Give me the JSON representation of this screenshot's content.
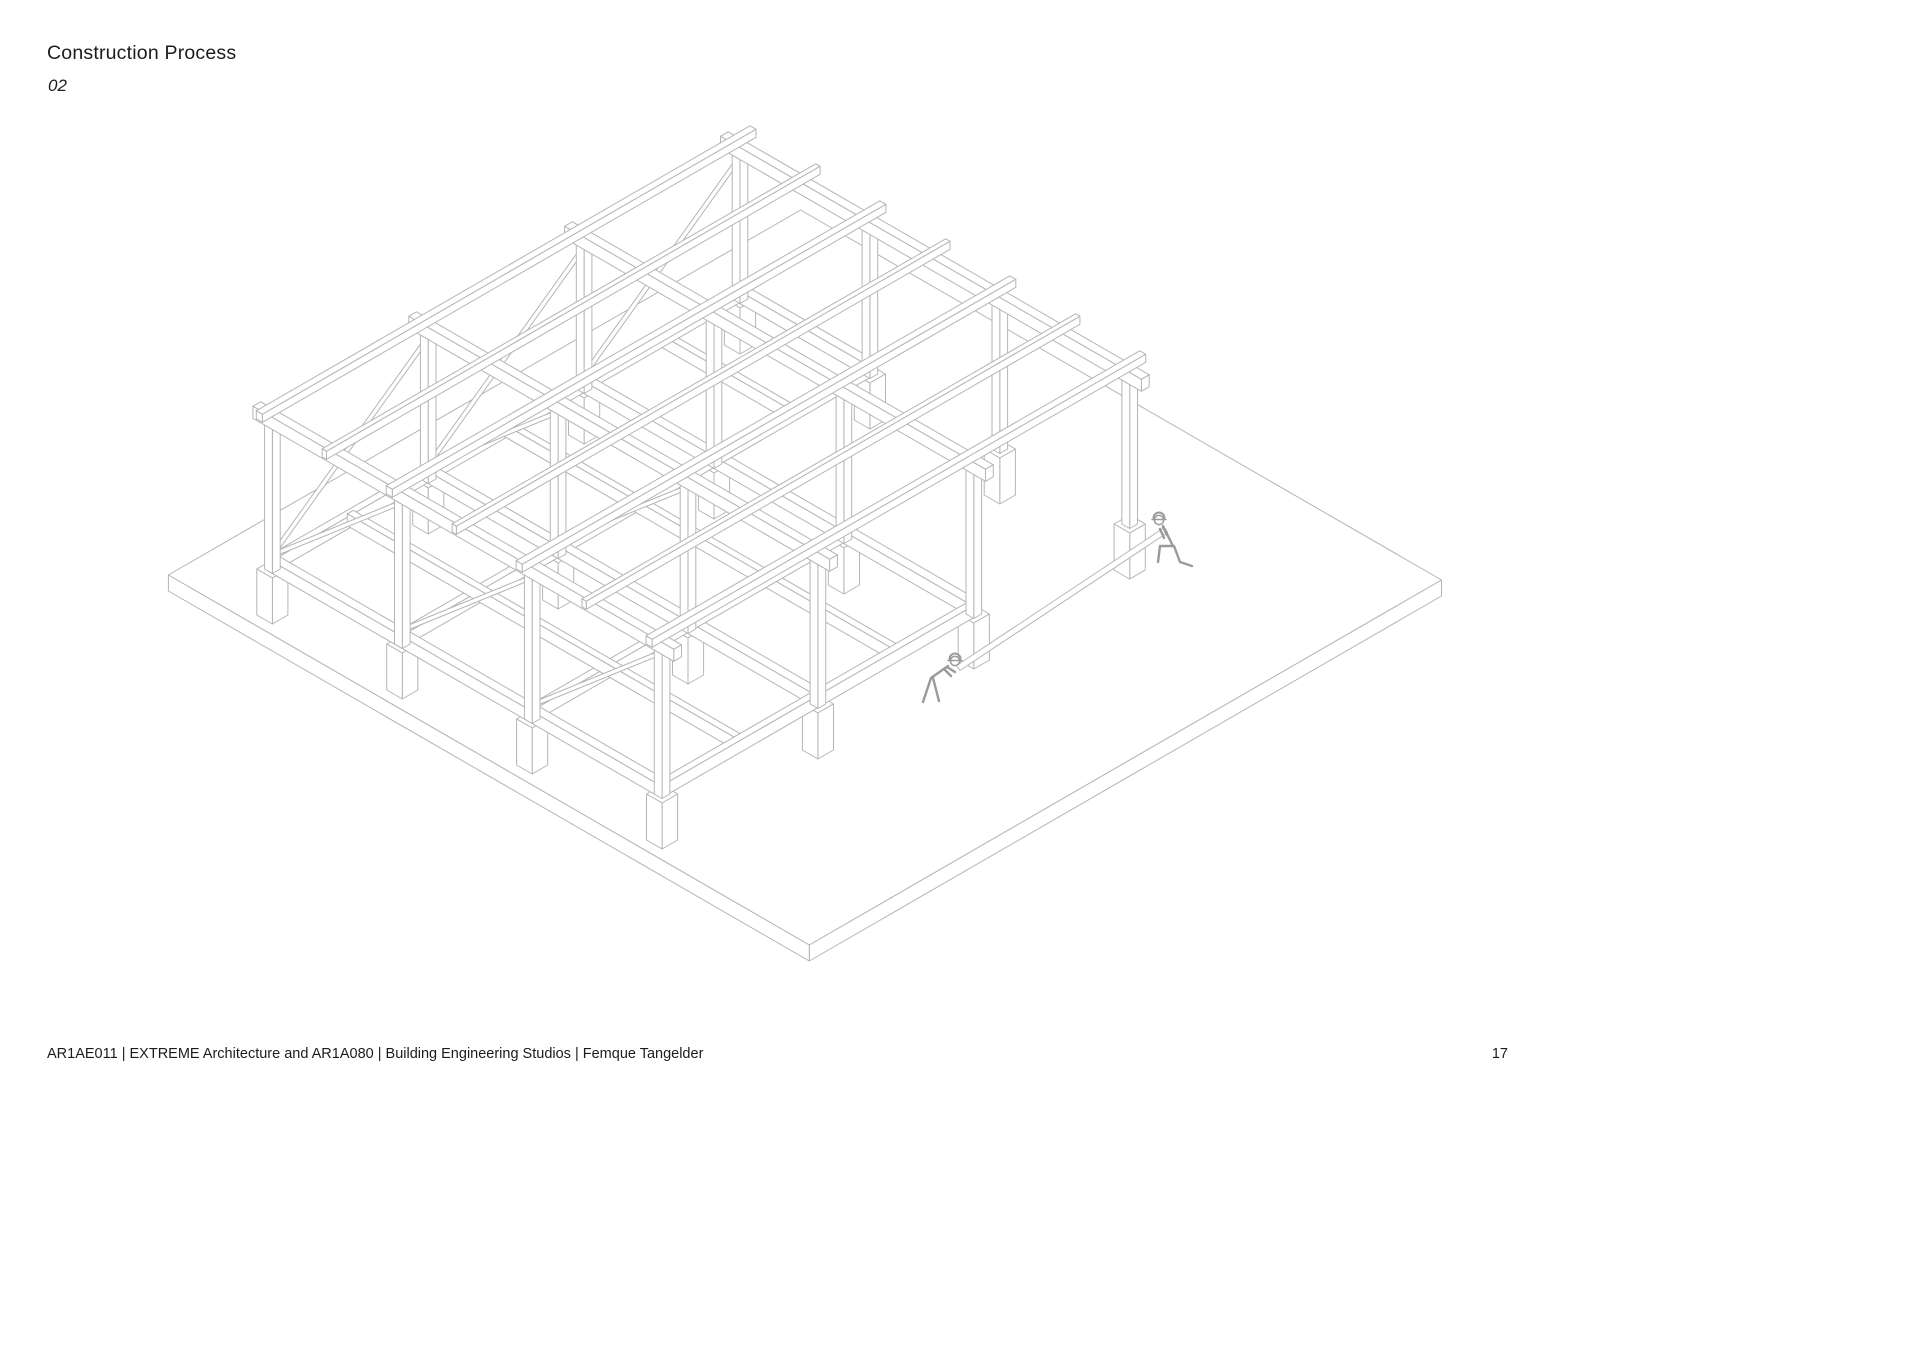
{
  "header": {
    "title": "Construction Process",
    "step_number": "02"
  },
  "figure": {
    "description": "Axonometric line drawing of a post-and-beam frame structure under construction on a concrete slab, with diagonal braces and two workers positioning a floor beam",
    "line_color": "#b5b5b5",
    "worker_line_color": "#9a9a9a"
  },
  "footer": {
    "course_info": "AR1AE011 | EXTREME Architecture and AR1A080 | Building Engineering Studios | Femque Tangelder",
    "page_number": "17"
  }
}
